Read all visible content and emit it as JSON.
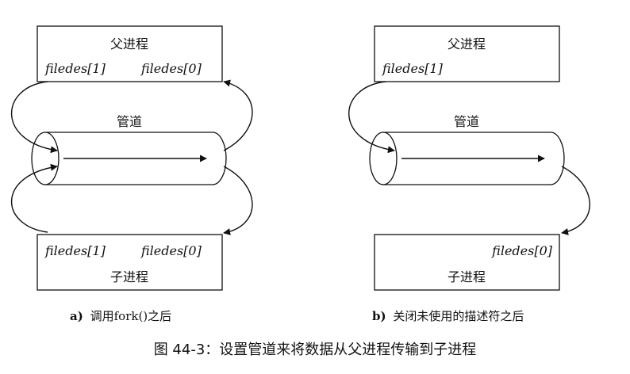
{
  "panel_a": {
    "parent_box": {
      "title": "父进程",
      "fd_left": "filedes[1]",
      "fd_right": "filedes[0]"
    },
    "pipe_label": "管道",
    "child_box": {
      "title": "子进程",
      "fd_left": "filedes[1]",
      "fd_right": "filedes[0]"
    },
    "caption_letter": "a)",
    "caption_text": "调用fork()之后"
  },
  "panel_b": {
    "parent_box": {
      "title": "父进程",
      "fd": "filedes[1]"
    },
    "pipe_label": "管道",
    "child_box": {
      "title": "子进程",
      "fd": "filedes[0]"
    },
    "caption_letter": "b)",
    "caption_text": "关闭未使用的描述符之后"
  },
  "figure_caption": "图 44-3：设置管道来将数据从父进程传输到子进程"
}
